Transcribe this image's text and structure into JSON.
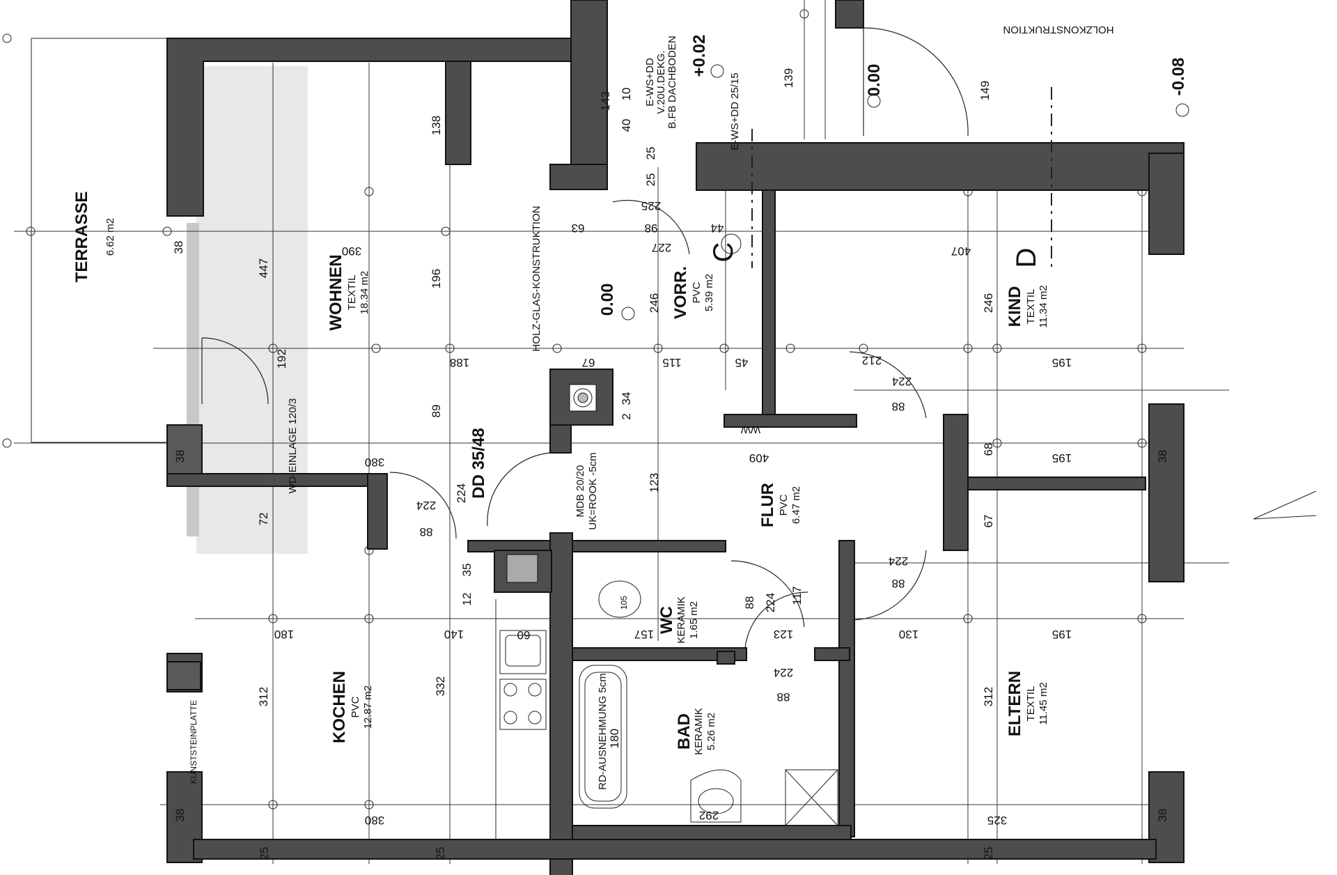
{
  "rooms": {
    "terrasse": {
      "name": "TERRASSE",
      "area": "6.62 m2"
    },
    "wohnen": {
      "name": "WOHNEN",
      "floor": "TEXTIL",
      "area": "18.34 m2"
    },
    "vorr": {
      "name": "VORR.",
      "floor": "PVC",
      "area": "5.39 m2"
    },
    "kind": {
      "name": "KIND",
      "floor": "TEXTIL",
      "area": "11.34 m2"
    },
    "flur": {
      "name": "FLUR",
      "floor": "PVC",
      "area": "6.47 m2"
    },
    "wc": {
      "name": "WC",
      "floor": "KERAMIK",
      "area": "1.65 m2"
    },
    "kochen": {
      "name": "KOCHEN",
      "floor": "PVC",
      "area": "12.87 m2"
    },
    "bad": {
      "name": "BAD",
      "floor": "KERAMIK",
      "area": "5.26 m2"
    },
    "eltern": {
      "name": "ELTERN",
      "floor": "TEXTIL",
      "area": "11.45 m2"
    }
  },
  "annotations": {
    "holz_glas": "HOLZ-GLAS-KONSTRUKTION",
    "holzkonstruktion": "HOLZKONSTRUKTION",
    "wd_einlage": "WD-EINLAGE 120/3",
    "dd": "DD 35/48",
    "mdb": "MDB 20/20",
    "uk_rook": "UK=ROOK -5cm",
    "rd_ausnehmung": "RD-AUSNEHMUNG 5cm",
    "ewsdd_1": "E-WS+DD",
    "ewsdd_2": "V.20U.DEKG.",
    "ewsdd_3": "B.FB DACHBODEN",
    "ewsdd_25": "E-WS+DD 25/15",
    "kunststeinplatte": "KUNSTSTEINPLATTE",
    "ww": "WW",
    "marker_c": "C",
    "marker_d": "D",
    "wc_fixture": "105"
  },
  "levels": {
    "l1": "+0.02",
    "l2": "0.00",
    "l3": "0.00",
    "l4": "-0.08"
  },
  "dims": {
    "d138": "138",
    "d196": "196",
    "d188": "188",
    "d89": "89",
    "d447": "447",
    "d390": "390",
    "d192": "192",
    "d380a": "380",
    "d380b": "380",
    "d72": "72",
    "d38a": "38",
    "d38b": "38",
    "d38c": "38",
    "d38d": "38",
    "d38e": "38",
    "d63": "63",
    "d98": "98",
    "d225": "225",
    "d227": "227",
    "d44": "44",
    "d246a": "246",
    "d246b": "246",
    "d67a": "67",
    "d115": "115",
    "d45": "45",
    "d139": "139",
    "d149": "149",
    "d143": "143",
    "d40": "40",
    "d10": "10",
    "d25a": "25",
    "d25b": "25",
    "d407": "407",
    "d212": "212",
    "d224a": "224",
    "d88a": "88",
    "d195a": "195",
    "d195b": "195",
    "d195c": "195",
    "d68": "68",
    "d67b": "67",
    "d409": "409",
    "d123a": "123",
    "d224b": "224",
    "d88b": "88",
    "d224c": "224",
    "d224d": "224",
    "d88c": "88",
    "d35": "35",
    "d12": "12",
    "d60": "60",
    "d180a": "180",
    "d140": "140",
    "d157": "157",
    "d88d": "88",
    "d224e": "224",
    "d117": "117",
    "d123b": "123",
    "d130": "130",
    "d312a": "312",
    "d332": "332",
    "d312b": "312",
    "d224f": "224",
    "d88e": "88",
    "d180b": "180",
    "d292": "292",
    "d325": "325",
    "d34": "34",
    "d2": "2",
    "d25c": "25",
    "d25d": "25",
    "d25e": "25"
  }
}
